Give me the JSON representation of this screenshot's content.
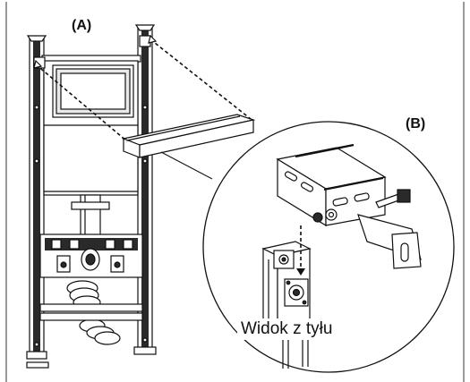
{
  "labels": {
    "view_a": "(A)",
    "view_b": "(B)",
    "detail_caption": "Widok z tyłu"
  },
  "colors": {
    "line": "#111111",
    "frame_dark": "#2a2a2a",
    "fill_light": "#ffffff",
    "fill_grey": "#e9e9e9"
  }
}
